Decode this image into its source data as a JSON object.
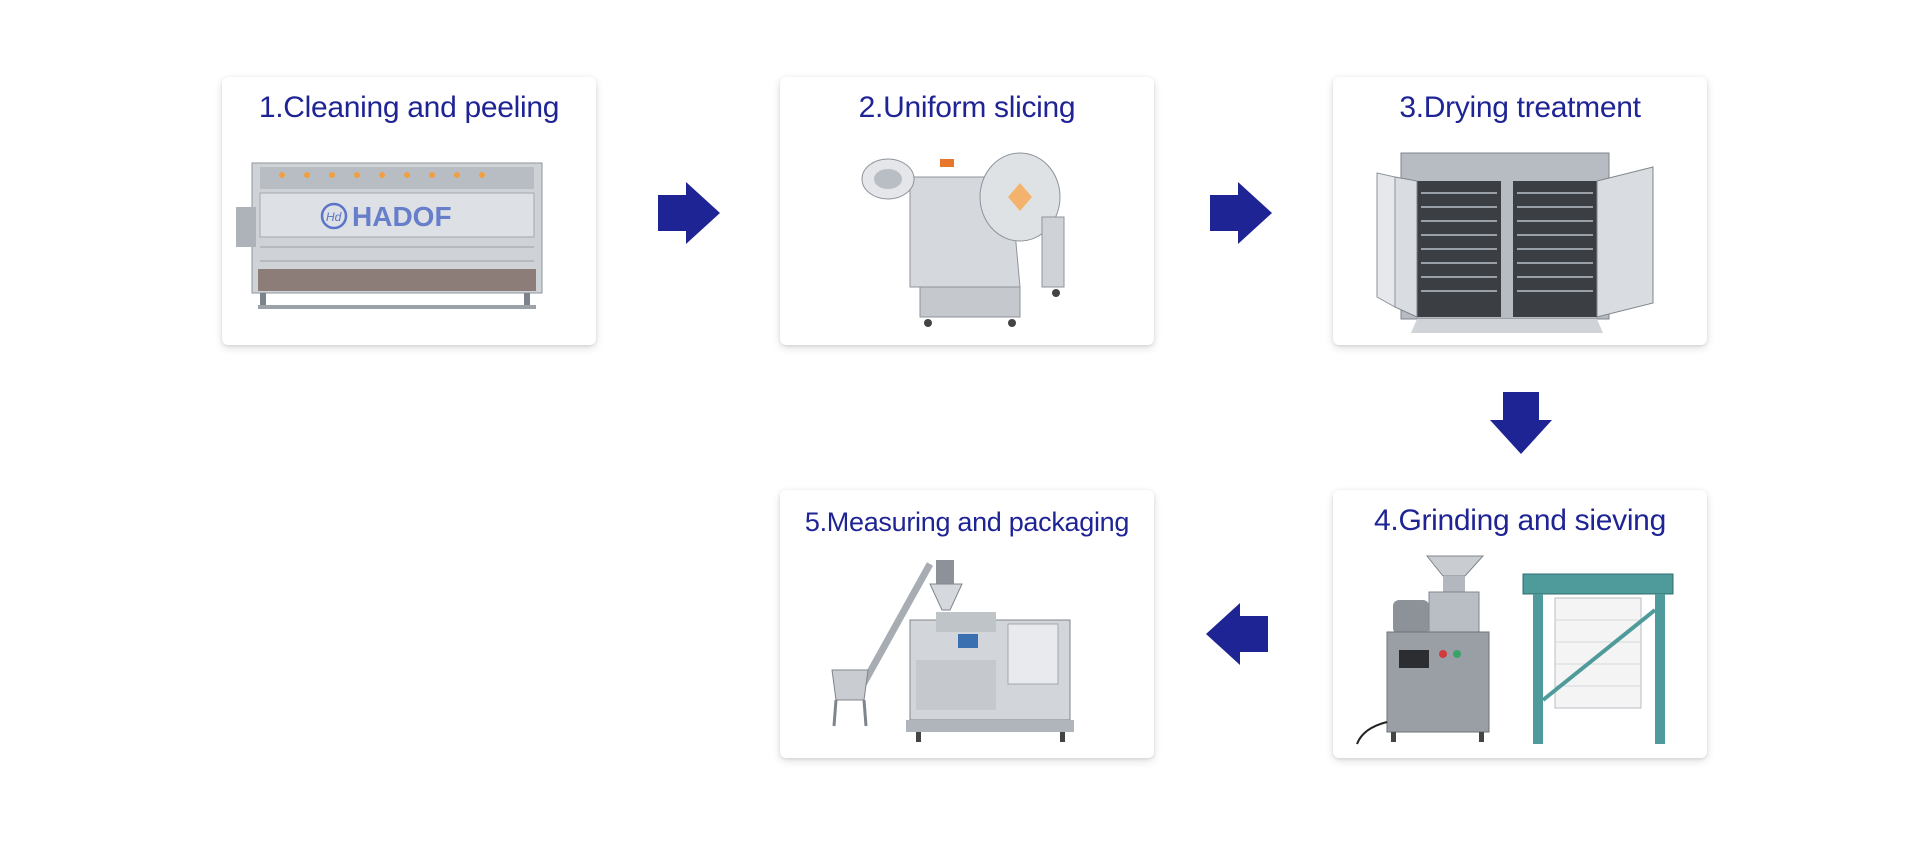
{
  "colors": {
    "accent": "#1f2494",
    "card_bg": "#ffffff",
    "steel": "#c9cdd2"
  },
  "steps": [
    {
      "label": "1.Cleaning and peeling",
      "image": "cleaning-peeling-machine",
      "watermark": "HADOF"
    },
    {
      "label": "2.Uniform slicing",
      "image": "slicing-machine"
    },
    {
      "label": "3.Drying treatment",
      "image": "drying-oven"
    },
    {
      "label": "4.Grinding and sieving",
      "image": "grinder-and-sieve-machine"
    },
    {
      "label": "5.Measuring and packaging",
      "image": "packaging-machine"
    }
  ],
  "arrows": [
    {
      "icon": "arrow-right-icon",
      "from": 1,
      "to": 2
    },
    {
      "icon": "arrow-right-icon",
      "from": 2,
      "to": 3
    },
    {
      "icon": "arrow-down-icon",
      "from": 3,
      "to": 4
    },
    {
      "icon": "arrow-left-icon",
      "from": 4,
      "to": 5
    }
  ]
}
